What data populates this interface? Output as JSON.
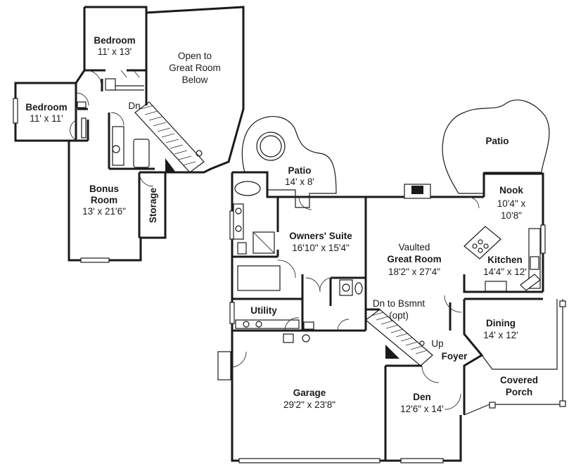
{
  "upper_floor": {
    "bedroom_1": {
      "name": "Bedroom",
      "size": "11' x 13'"
    },
    "bedroom_2": {
      "name": "Bedroom",
      "size": "11' x 11'"
    },
    "open_to": {
      "line1": "Open to",
      "line2": "Great Room",
      "line3": "Below"
    },
    "stair_down": "Dn",
    "bonus_room": {
      "line1": "Bonus",
      "line2": "Room",
      "size": "13' x 21'6\""
    },
    "storage": "Storage"
  },
  "main_floor": {
    "patio_rear": {
      "name": "Patio",
      "size": "14' x 8'"
    },
    "patio_right": {
      "name": "Patio"
    },
    "nook": {
      "name": "Nook",
      "size_line1": "10'4\" x",
      "size_line2": "10'8\""
    },
    "owners_suite": {
      "name": "Owners' Suite",
      "size": "16'10\" x 15'4\""
    },
    "great_room": {
      "line1": "Vaulted",
      "line2": "Great Room",
      "size": "18'2\" x 27'4\""
    },
    "kitchen": {
      "name": "Kitchen",
      "size": "14'4\" x 12'"
    },
    "utility": {
      "name": "Utility"
    },
    "dn_bsmnt": {
      "line1": "Dn to Bsmnt",
      "line2": "(opt)"
    },
    "dining": {
      "name": "Dining",
      "size": "14' x 12'"
    },
    "up": "Up",
    "foyer": {
      "name": "Foyer"
    },
    "covered_porch": {
      "line1": "Covered",
      "line2": "Porch"
    },
    "garage": {
      "name": "Garage",
      "size": "29'2\" x 23'8\""
    },
    "den": {
      "name": "Den",
      "size": "12'6\" x 14'"
    }
  }
}
